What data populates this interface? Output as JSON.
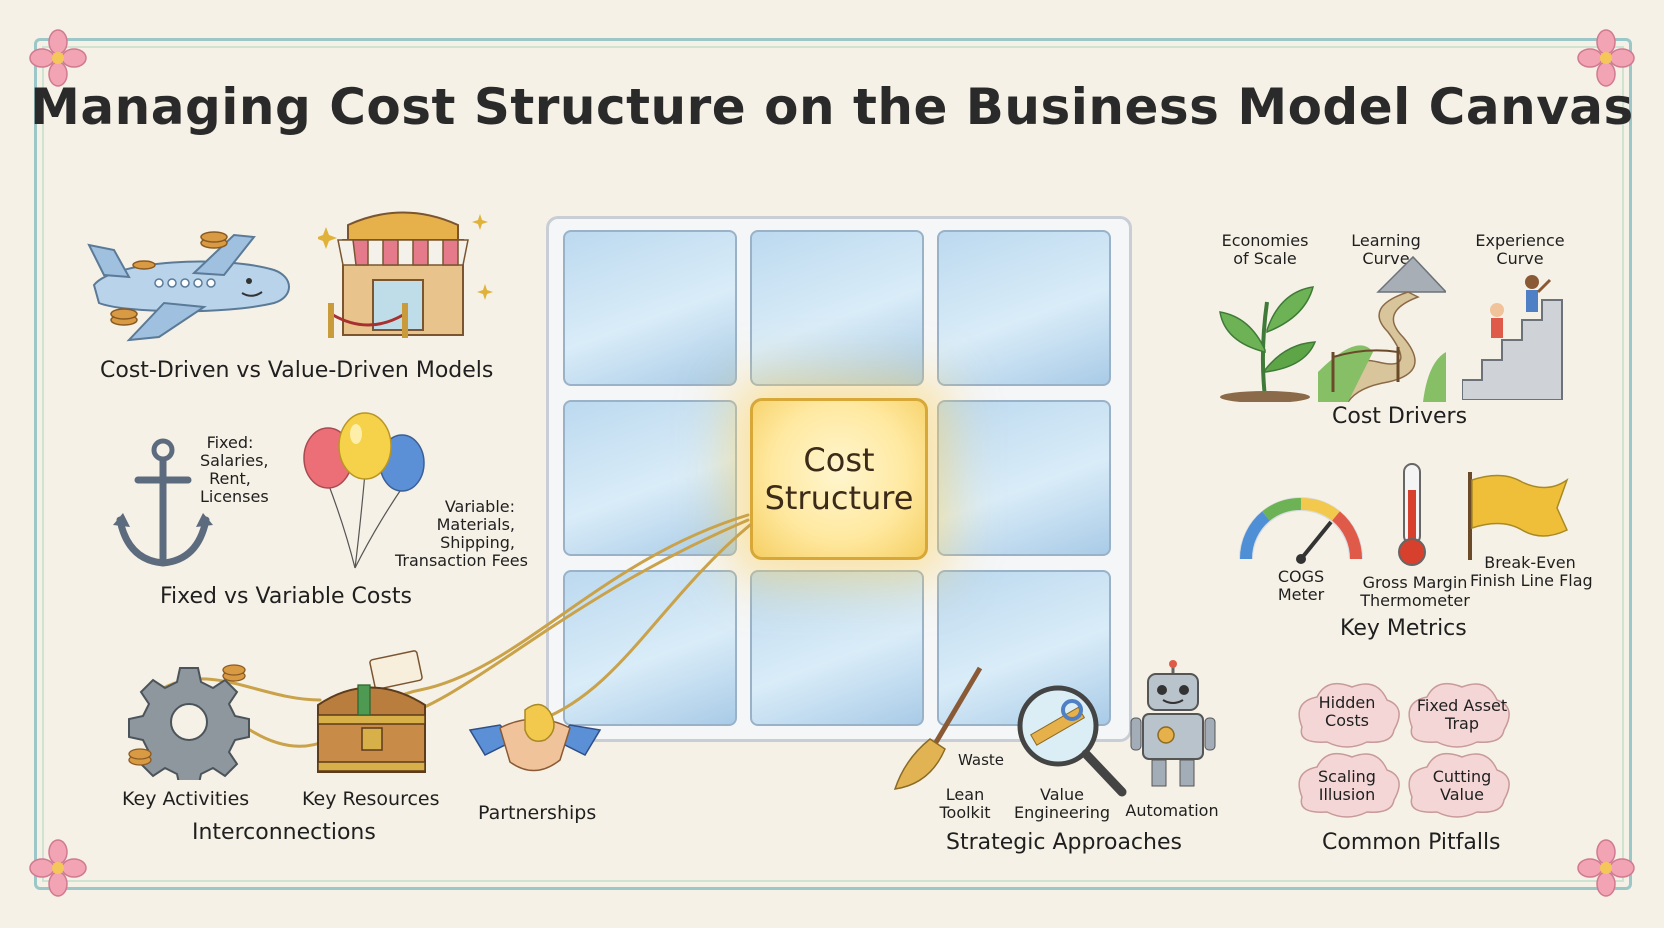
{
  "title": "Managing Cost Structure on the Business Model Canvas",
  "center": {
    "line1": "Cost",
    "line2": "Structure"
  },
  "models": {
    "heading": "Cost-Driven vs Value-Driven Models",
    "icons": [
      "airplane-icon",
      "boutique-shop-icon"
    ]
  },
  "costs": {
    "heading": "Fixed vs Variable Costs",
    "fixed": {
      "l1": "Fixed:",
      "l2": "Salaries,",
      "l3": "Rent,",
      "l4": "Licenses"
    },
    "variable": {
      "l1": "Variable:",
      "l2": "Materials,",
      "l3": "Shipping,",
      "l4": "Transaction Fees"
    }
  },
  "interconnections": {
    "heading": "Interconnections",
    "items": [
      "Key Activities",
      "Key Resources",
      "Partnerships"
    ]
  },
  "drivers": {
    "heading": "Cost Drivers",
    "items": [
      {
        "l1": "Economies",
        "l2": "of Scale"
      },
      {
        "l1": "Learning",
        "l2": "Curve"
      },
      {
        "l1": "Experience",
        "l2": "Curve"
      }
    ]
  },
  "metrics": {
    "heading": "Key Metrics",
    "items": [
      {
        "l1": "COGS",
        "l2": "Meter"
      },
      {
        "l1": "Gross Margin",
        "l2": "Thermometer"
      },
      {
        "l1": "Break-Even",
        "l2": "Finish Line Flag"
      }
    ]
  },
  "approaches": {
    "heading": "Strategic Approaches",
    "waste": "Waste",
    "items": [
      {
        "l1": "Lean",
        "l2": "Toolkit"
      },
      {
        "l1": "Value",
        "l2": "Engineering"
      },
      {
        "l1": "Automation",
        "l2": ""
      }
    ]
  },
  "pitfalls": {
    "heading": "Common Pitfalls",
    "items": [
      {
        "l1": "Hidden",
        "l2": "Costs"
      },
      {
        "l1": "Fixed Asset",
        "l2": "Trap"
      },
      {
        "l1": "Scaling",
        "l2": "Illusion"
      },
      {
        "l1": "Cutting",
        "l2": "Value"
      }
    ]
  },
  "colors": {
    "accent": "#f5cf63",
    "cell": "#bcd9ef",
    "border": "#9cc7c9",
    "cloud": "#f4d6d6"
  }
}
